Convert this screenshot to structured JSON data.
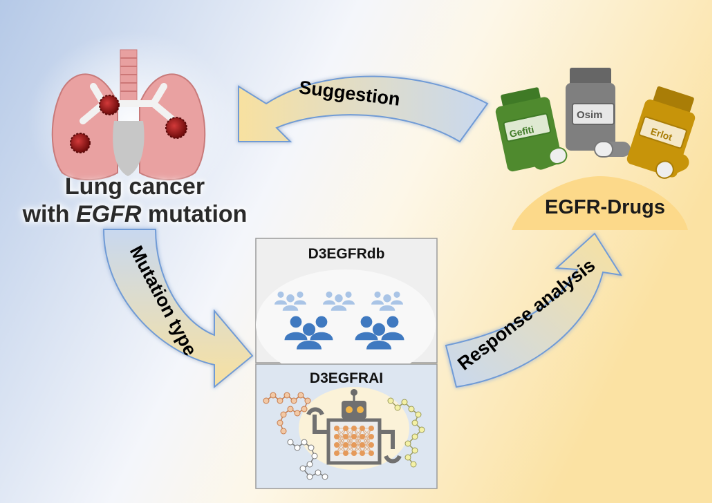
{
  "lung": {
    "title_line1": "Lung cancer",
    "title_line2_italic": "EGFR",
    "title_line2_prefix": "with ",
    "title_line2_suffix": " mutation"
  },
  "drugs": {
    "title": "EGFR-Drugs",
    "bottles": [
      {
        "label": "Gefiti",
        "color": "#4f8a2e"
      },
      {
        "label": "Osim",
        "color": "#7a7a7a"
      },
      {
        "label": "Erlot",
        "color": "#c7940a"
      }
    ]
  },
  "arrows": {
    "suggestion": "Suggestion",
    "mutation_type": "Mutation type",
    "response_analysis": "Response analysis"
  },
  "panels": {
    "db_title": "D3EGFRdb",
    "ai_title": "D3EGFRAI"
  },
  "colors": {
    "bg_left": "#b7cbe8",
    "bg_right": "#fbe3a6",
    "arrow_yellow": "#f8e4a8",
    "arrow_blue": "#c5d5ec",
    "people_dark": "#3f79c0",
    "people_light": "#a9c4e6"
  }
}
